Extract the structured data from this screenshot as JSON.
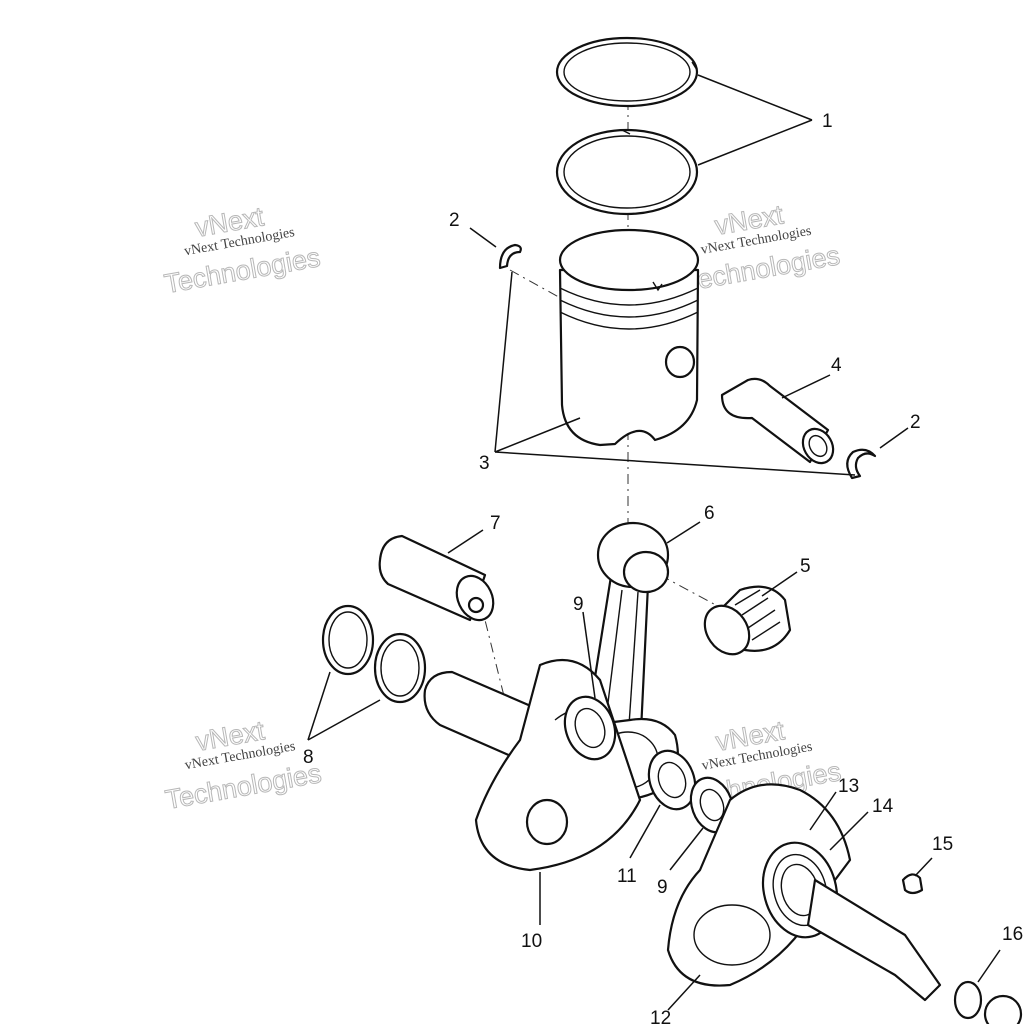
{
  "watermark": {
    "brand_line": "vNext",
    "company_line": "vNext Technologies",
    "tech_line": "Technologies"
  },
  "callouts": {
    "c1": "1",
    "c2a": "2",
    "c2b": "2",
    "c3": "3",
    "c4": "4",
    "c5": "5",
    "c6": "6",
    "c7": "7",
    "c8": "8",
    "c9a": "9",
    "c9b": "9",
    "c10": "10",
    "c11": "11",
    "c12": "12",
    "c13": "13",
    "c14": "14",
    "c15": "15",
    "c16": "16"
  }
}
